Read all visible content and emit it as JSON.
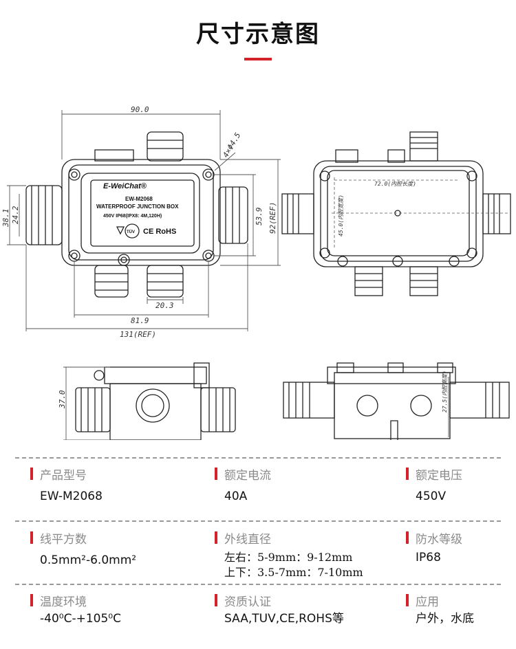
{
  "page": {
    "title": "尺寸示意图"
  },
  "drawing": {
    "dims": {
      "d90": "90.0",
      "d4x": "4×Φ4.5",
      "d53": "53.9",
      "d92": "92(REF)",
      "d38": "38.1",
      "d24": "24.2",
      "d203": "20.3",
      "d819": "81.9",
      "d131": "131(REF)",
      "d72": "72.0(内腔长度)",
      "d45": "45.0(内腔宽度)",
      "d37": "37.0",
      "d275": "27.5(内腔高度)"
    },
    "label": {
      "brand": "E-WeiChat®",
      "model": "EW-M2068",
      "desc": "WATERPROOF JUNCTION BOX",
      "rating": "450V   IP68(IPX8: 4M,120H)",
      "tuv": "TÜV",
      "cert": "CE RoHS"
    }
  },
  "specs": [
    {
      "name": "产品型号",
      "value": "EW-M2068"
    },
    {
      "name": "额定电流",
      "value": "40A"
    },
    {
      "name": "额定电压",
      "value": "450V"
    },
    {
      "name": "线平方数",
      "value": "0.5mm²-6.0mm²"
    },
    {
      "name": "外线直径",
      "value": "左右：5-9mm：9-12mm",
      "value2": "上下：3.5-7mm：7-10mm"
    },
    {
      "name": "防水等级",
      "value": "IP68"
    },
    {
      "name": "温度环境",
      "value": "-40⁰C-+105⁰C"
    },
    {
      "name": "资质认证",
      "value": "SAA,TUV,CE,ROHS等"
    },
    {
      "name": "应用",
      "value": "户外，水底"
    }
  ],
  "colors": {
    "accent": "#d3222a",
    "separator": "#9a9a9a"
  }
}
